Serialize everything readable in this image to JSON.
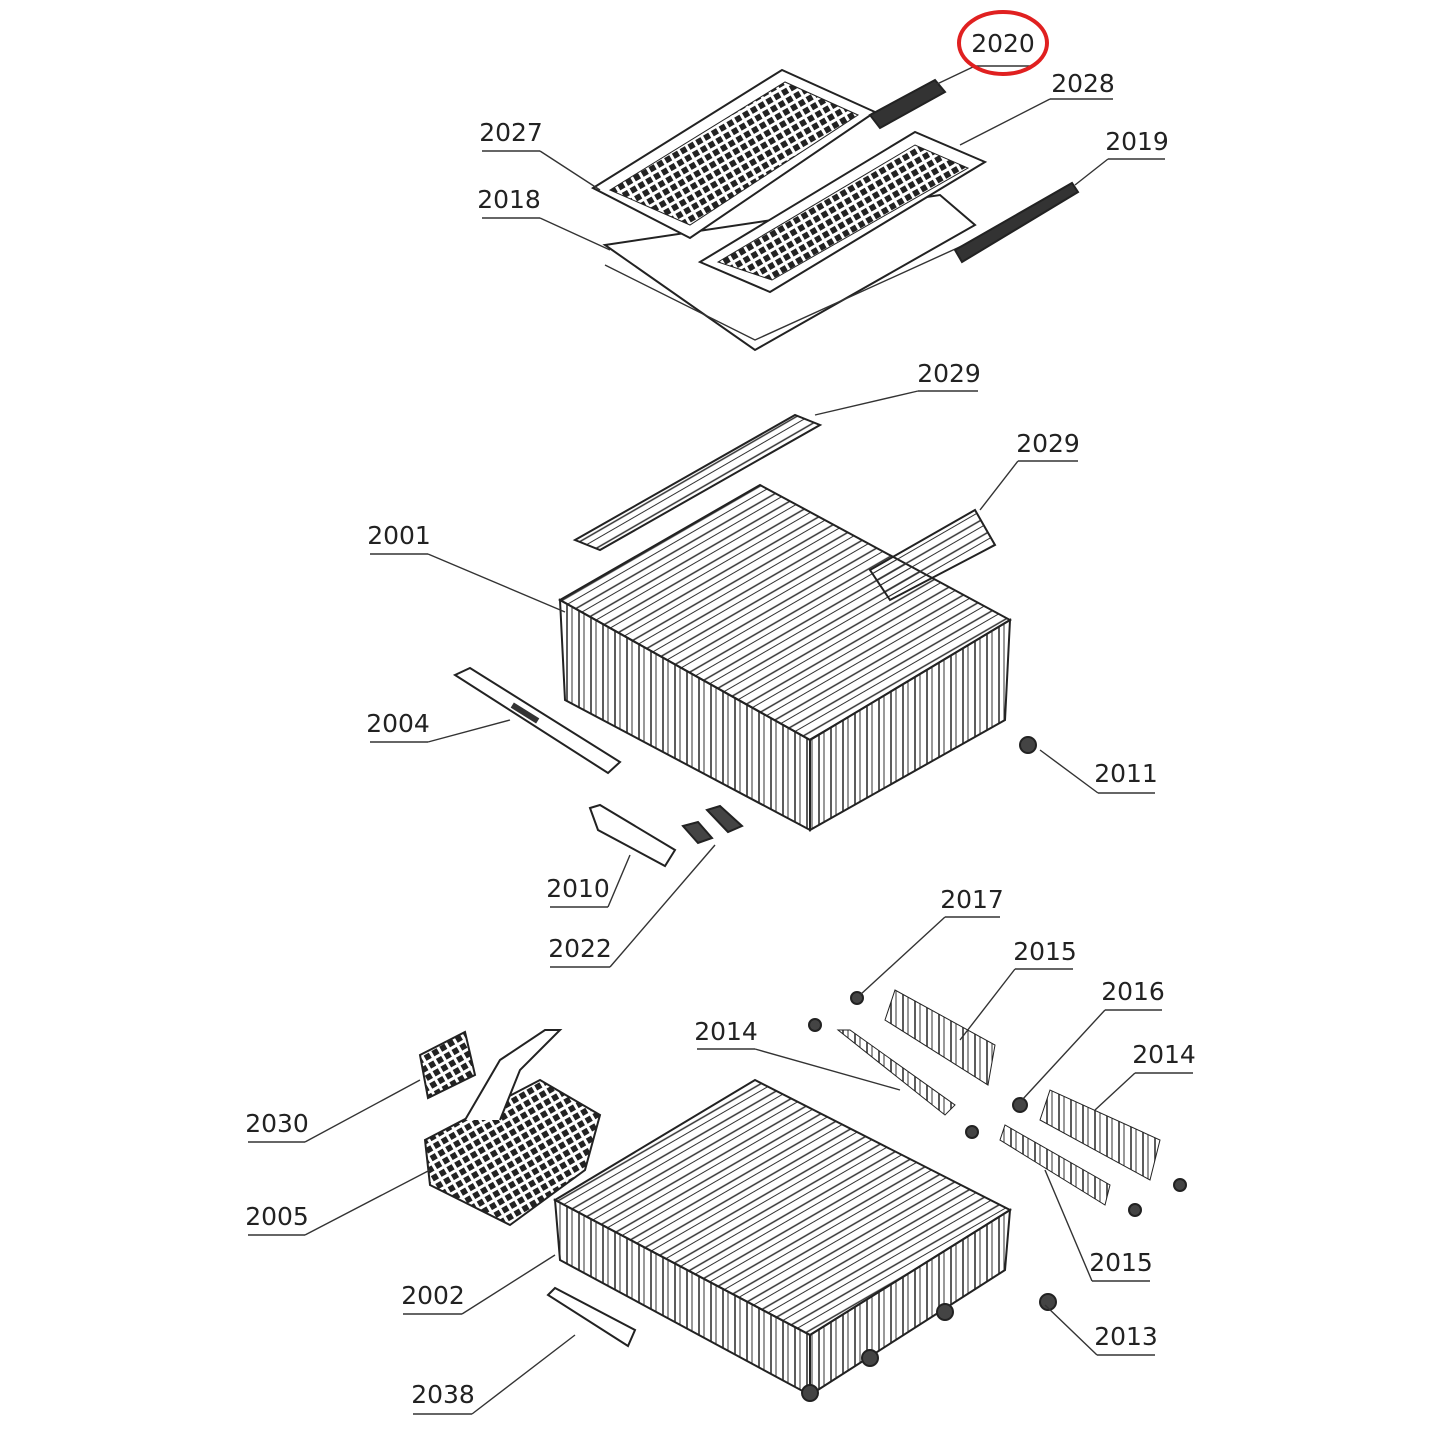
{
  "diagram": {
    "type": "exploded-parts-view",
    "highlight_color": "#e02020",
    "highlighted_part": "2020",
    "callouts": [
      {
        "label": "2020"
      },
      {
        "label": "2028"
      },
      {
        "label": "2027"
      },
      {
        "label": "2019"
      },
      {
        "label": "2018"
      },
      {
        "label": "2029"
      },
      {
        "label": "2029"
      },
      {
        "label": "2001"
      },
      {
        "label": "2004"
      },
      {
        "label": "2011"
      },
      {
        "label": "2010"
      },
      {
        "label": "2022"
      },
      {
        "label": "2017"
      },
      {
        "label": "2015"
      },
      {
        "label": "2016"
      },
      {
        "label": "2014"
      },
      {
        "label": "2014"
      },
      {
        "label": "2030"
      },
      {
        "label": "2005"
      },
      {
        "label": "2015"
      },
      {
        "label": "2002"
      },
      {
        "label": "2013"
      },
      {
        "label": "2038"
      }
    ]
  }
}
